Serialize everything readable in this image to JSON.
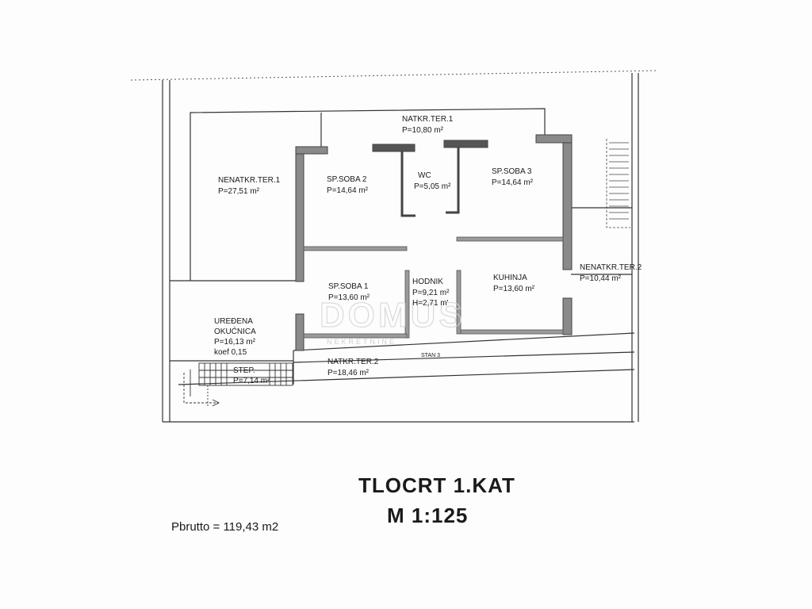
{
  "rooms": [
    {
      "id": "natkr-ter-1",
      "name": "NATKR.TER.1",
      "area": "P=10,80 m²"
    },
    {
      "id": "nenatkr-ter-1",
      "name": "NENATKR.TER.1",
      "area": "P=27,51 m²"
    },
    {
      "id": "sp-soba-2",
      "name": "SP.SOBA 2",
      "area": "P=14,64 m²"
    },
    {
      "id": "wc",
      "name": "WC",
      "area": "P=5,05 m²"
    },
    {
      "id": "sp-soba-3",
      "name": "SP.SOBA 3",
      "area": "P=14,64 m²"
    },
    {
      "id": "nenatkr-ter-2",
      "name": "NENATKR.TER.2",
      "area": "P=10,44 m²"
    },
    {
      "id": "sp-soba-1",
      "name": "SP.SOBA 1",
      "area": "P=13,60 m²"
    },
    {
      "id": "hodnik",
      "name": "HODNIK",
      "area": "P=9,21 m²",
      "height": "H=2,71 m'"
    },
    {
      "id": "kuhinja",
      "name": "KUHINJA",
      "area": "P=13,60 m²"
    },
    {
      "id": "natkr-ter-2",
      "name": "NATKR.TER.2",
      "area": "P=18,46 m²"
    },
    {
      "id": "step",
      "name": "STEP.",
      "area": "P=7,14 m²"
    }
  ],
  "garden": {
    "line1": "UREĐENA",
    "line2": "OKUĆNICA",
    "area": "P=16,13 m²",
    "coef": "koef 0,15"
  },
  "unit_label": "STAN 3",
  "title": "TLOCRT 1.KAT",
  "scale": "M 1:125",
  "gross_area": "Pbrutto = 119,43 m2",
  "watermark": {
    "brand": "DOMUS",
    "sub": "NEKRETNINE"
  }
}
